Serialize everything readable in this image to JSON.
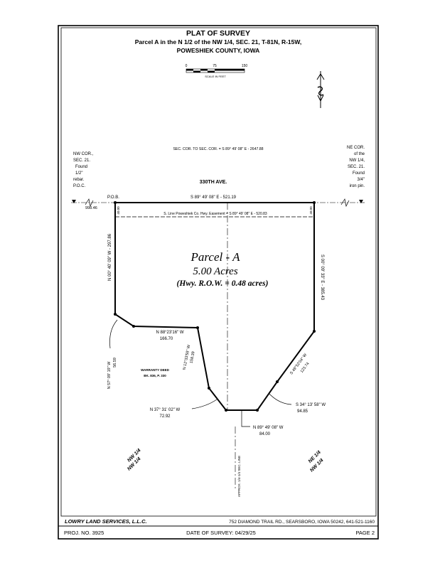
{
  "title": {
    "line1": "PLAT OF SURVEY",
    "line2": "Parcel A in the N 1/2 of the NW 1/4, SEC. 21, T-81N, R-15W,",
    "line3": "POWESHIEK COUNTY, IOWA"
  },
  "scale_bar": {
    "ticks": [
      "0",
      "75",
      "150"
    ],
    "label": "SCALE IN FEET"
  },
  "corners": {
    "nw": [
      "NW COR.,",
      "SEC. 21.",
      "Found",
      "1/2\"",
      "rebar.",
      "P.O.C."
    ],
    "ne": [
      "NE COR.",
      "of the",
      "NW 1/4,",
      "SEC. 21.",
      "Found",
      "3/4\"",
      "iron pin."
    ]
  },
  "section_line": "SEC. COR. TO SEC. COR. = S 89° 49' 08\" E - 2647.88",
  "road_name": "330TH AVE.",
  "pob": "P.O.B.",
  "pob_distance": "998.46",
  "north_bearing": "S 89° 49' 08\" E - 521.19",
  "easement_line": "S. Line Poweshiek Co. Hwy. Easement = S 89° 49' 08\" E - 520.83",
  "row_width_left": "40.00",
  "row_width_right": "40.00",
  "west_bearing": "N 00° 40' 09\" W - 297.86",
  "east_bearing": "S 00° 09' 33\" E - 385.43",
  "parcel": {
    "name": "Parcel - A",
    "area": "5.00 Acres",
    "row": "(Hwy. R.O.W. = 0.48 acres)"
  },
  "course_1": [
    "N 57° 09' 19\" W",
    "56.59"
  ],
  "course_2": [
    "N 88°23'16\" W",
    "166.70"
  ],
  "course_3": [
    "N 12°33'58\" W",
    "158.39"
  ],
  "course_4": [
    "N 37° 31' 02\" W",
    "72.92"
  ],
  "course_5": [
    "N 89° 49' 08\" W",
    "84.00"
  ],
  "course_6": [
    "S 34° 13' 58\" W",
    "94.85"
  ],
  "course_7": [
    "S 49°52'04\" W",
    "123.74"
  ],
  "warranty_deed": [
    "WARRANTY DEED",
    "BK. 836, P. 330"
  ],
  "sec_line_label": "APPROX. 1/4-1/4 SEC. LINE",
  "quarter_left": [
    "NW 1/4",
    "NW 1/4"
  ],
  "quarter_right": [
    "NE 1/4",
    "NW 1/4"
  ],
  "footer": {
    "company": "LOWRY LAND SERVICES, L.L.C.",
    "address": "752 DIAMOND TRAIL RD., SEARSBORO, IOWA 50242, 641-521-1160",
    "project": "PROJ. NO. 3925",
    "date": "DATE OF SURVEY: 04/29/25",
    "page": "PAGE 2"
  }
}
